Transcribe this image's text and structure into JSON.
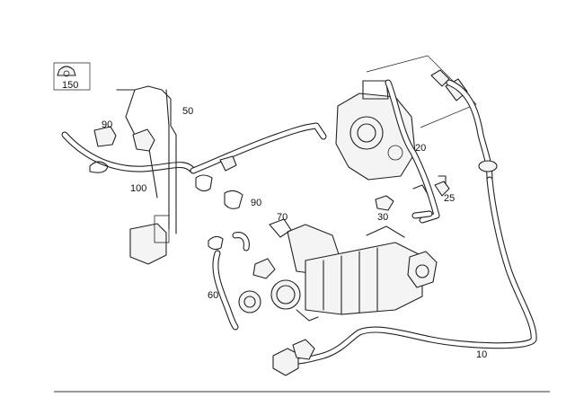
{
  "callouts": {
    "c150": "150",
    "c90a": "90",
    "c50": "50",
    "c100": "100",
    "c90b": "90",
    "c70": "70",
    "c60": "60",
    "c20": "20",
    "c25": "25",
    "c30": "30",
    "c10": "10"
  }
}
